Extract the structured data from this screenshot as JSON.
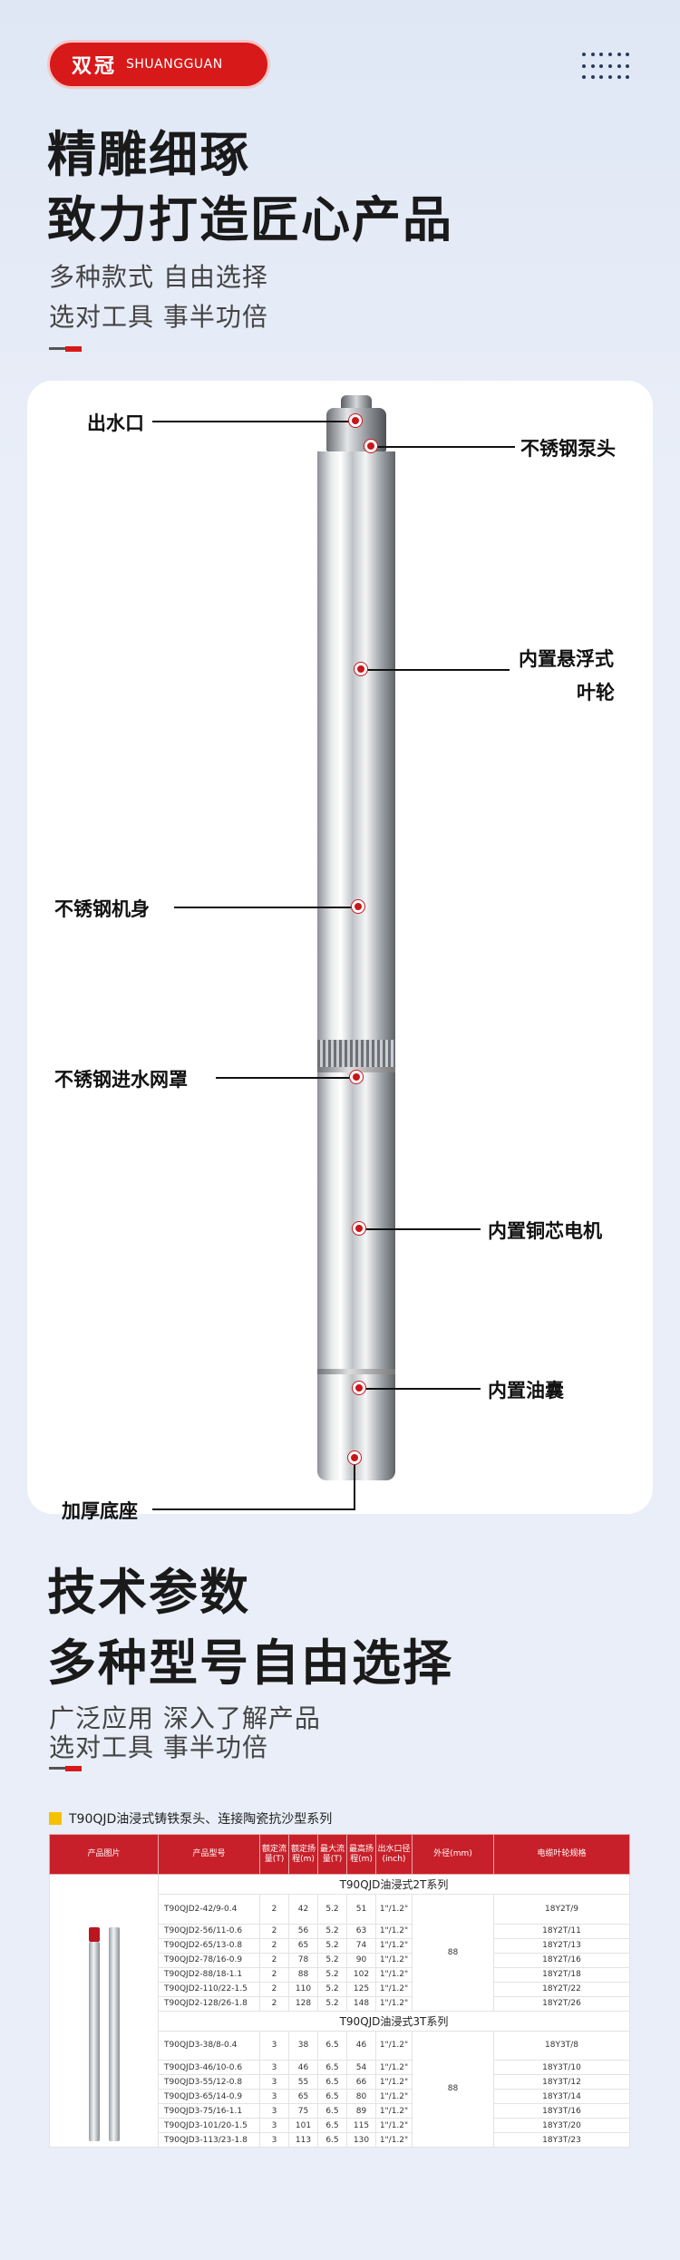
{
  "brand": {
    "cn": "双冠",
    "en": "SHUANGGUAN"
  },
  "section1": {
    "title_line1": "精雕细琢",
    "title_line2": "致力打造匠心产品",
    "sub_line1": "多种款式 自由选择",
    "sub_line2": "选对工具 事半功倍"
  },
  "callouts": {
    "outlet": "出水口",
    "pump_head": "不锈钢泵头",
    "impeller_1": "内置悬浮式",
    "impeller_2": "叶轮",
    "body": "不锈钢机身",
    "intake": "不锈钢进水网罩",
    "motor": "内置铜芯电机",
    "oil_bag": "内置油囊",
    "base": "加厚底座"
  },
  "section2": {
    "title_line1": "技术参数",
    "title_line2": "多种型号自由选择",
    "sub_line1": "广泛应用 深入了解产品",
    "sub_line2": "选对工具 事半功倍"
  },
  "table": {
    "title": "T90QJD油浸式铸铁泵头、连接陶瓷抗沙型系列",
    "headers": {
      "image": "产品图片",
      "model": "产品型号",
      "flow": "额定流量(T)",
      "head": "额定扬程(m)",
      "max_flow": "最大流量(T)",
      "max_head": "最高扬程(m)",
      "outlet": "出水口径(inch)",
      "diameter": "外径(mm)",
      "cable": "电缆叶轮规格"
    },
    "series_2t": {
      "name": "T90QJD油浸式2T系列",
      "diameter": "88",
      "rows": [
        {
          "model": "T90QJD2-42/9-0.4",
          "flow": "2",
          "head": "42",
          "max_flow": "5.2",
          "max_head": "51",
          "outlet": "1\"/1.2\"",
          "cable": "18Y2T/9"
        },
        {
          "model": "T90QJD2-56/11-0.6",
          "flow": "2",
          "head": "56",
          "max_flow": "5.2",
          "max_head": "63",
          "outlet": "1\"/1.2\"",
          "cable": "18Y2T/11"
        },
        {
          "model": "T90QJD2-65/13-0.8",
          "flow": "2",
          "head": "65",
          "max_flow": "5.2",
          "max_head": "74",
          "outlet": "1\"/1.2\"",
          "cable": "18Y2T/13"
        },
        {
          "model": "T90QJD2-78/16-0.9",
          "flow": "2",
          "head": "78",
          "max_flow": "5.2",
          "max_head": "90",
          "outlet": "1\"/1.2\"",
          "cable": "18Y2T/16"
        },
        {
          "model": "T90QJD2-88/18-1.1",
          "flow": "2",
          "head": "88",
          "max_flow": "5.2",
          "max_head": "102",
          "outlet": "1\"/1.2\"",
          "cable": "18Y2T/18"
        },
        {
          "model": "T90QJD2-110/22-1.5",
          "flow": "2",
          "head": "110",
          "max_flow": "5.2",
          "max_head": "125",
          "outlet": "1\"/1.2\"",
          "cable": "18Y2T/22"
        },
        {
          "model": "T90QJD2-128/26-1.8",
          "flow": "2",
          "head": "128",
          "max_flow": "5.2",
          "max_head": "148",
          "outlet": "1\"/1.2\"",
          "cable": "18Y2T/26"
        }
      ]
    },
    "series_3t": {
      "name": "T90QJD油浸式3T系列",
      "diameter": "88",
      "rows": [
        {
          "model": "T90QJD3-38/8-0.4",
          "flow": "3",
          "head": "38",
          "max_flow": "6.5",
          "max_head": "46",
          "outlet": "1\"/1.2\"",
          "cable": "18Y3T/8"
        },
        {
          "model": "T90QJD3-46/10-0.6",
          "flow": "3",
          "head": "46",
          "max_flow": "6.5",
          "max_head": "54",
          "outlet": "1\"/1.2\"",
          "cable": "18Y3T/10"
        },
        {
          "model": "T90QJD3-55/12-0.8",
          "flow": "3",
          "head": "55",
          "max_flow": "6.5",
          "max_head": "66",
          "outlet": "1\"/1.2\"",
          "cable": "18Y3T/12"
        },
        {
          "model": "T90QJD3-65/14-0.9",
          "flow": "3",
          "head": "65",
          "max_flow": "6.5",
          "max_head": "80",
          "outlet": "1\"/1.2\"",
          "cable": "18Y3T/14"
        },
        {
          "model": "T90QJD3-75/16-1.1",
          "flow": "3",
          "head": "75",
          "max_flow": "6.5",
          "max_head": "89",
          "outlet": "1\"/1.2\"",
          "cable": "18Y3T/16"
        },
        {
          "model": "T90QJD3-101/20-1.5",
          "flow": "3",
          "head": "101",
          "max_flow": "6.5",
          "max_head": "115",
          "outlet": "1\"/1.2\"",
          "cable": "18Y3T/20"
        },
        {
          "model": "T90QJD3-113/23-1.8",
          "flow": "3",
          "head": "113",
          "max_flow": "6.5",
          "max_head": "130",
          "outlet": "1\"/1.2\"",
          "cable": "18Y3T/23"
        }
      ]
    }
  },
  "colors": {
    "brand_red": "#d8191a",
    "table_header": "#c8202a",
    "accent_yellow": "#f5c200"
  }
}
